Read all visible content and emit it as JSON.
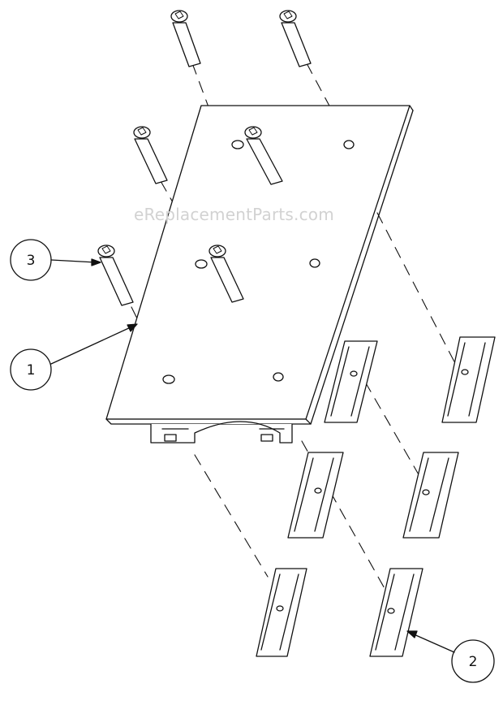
{
  "watermark": "eReplacementParts.com",
  "callouts": [
    {
      "label": "3",
      "part": "socket-head-cap-screw"
    },
    {
      "label": "1",
      "part": "base-plate"
    },
    {
      "label": "2",
      "part": "t-slot-nut"
    }
  ],
  "colors": {
    "line": "#111111",
    "fill": "#ffffff",
    "watermark": "#d2d2d2"
  }
}
